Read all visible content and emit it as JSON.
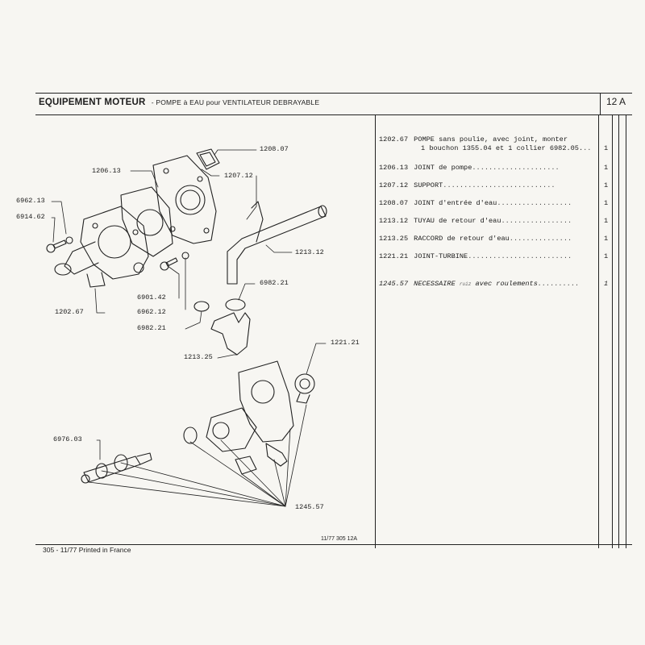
{
  "header": {
    "title_main": "EQUIPEMENT MOTEUR",
    "title_sub": "- POMPE à EAU pour VENTILATEUR DEBRAYABLE",
    "page_number": "12 A"
  },
  "parts_list": [
    {
      "code": "1202.67",
      "line1": "POMPE sans poulie, avec joint, monter",
      "line2": "1 bouchon 1355.04 et 1 collier 6982.05.",
      "qty": "1"
    },
    {
      "code": "1206.13",
      "desc": "JOINT de pompe",
      "qty": "1"
    },
    {
      "code": "1207.12",
      "desc": "SUPPORT",
      "qty": "1"
    },
    {
      "code": "1208.07",
      "desc": "JOINT d'entrée d'eau",
      "qty": "1"
    },
    {
      "code": "1213.12",
      "desc": "TUYAU de retour d'eau",
      "qty": "1"
    },
    {
      "code": "1213.25",
      "desc": "RACCORD de retour d'eau",
      "qty": "1"
    },
    {
      "code": "1221.21",
      "desc": "JOINT-TURBINE",
      "qty": "1"
    },
    {
      "code": "1245.57",
      "desc_a": "NECESSAIRE",
      "stamp": "ruiz",
      "desc_b": "avec roulements",
      "qty": "1"
    }
  ],
  "callouts": {
    "c1208_07": "1208.07",
    "c1206_13": "1206.13",
    "c1207_12": "1207.12",
    "c6962_13": "6962.13",
    "c6914_62": "6914.62",
    "c1213_12": "1213.12",
    "c6982_21a": "6982.21",
    "c6901_42": "6901.42",
    "c6962_12": "6962.12",
    "c1202_67": "1202.67",
    "c6982_21b": "6982.21",
    "c1213_25": "1213.25",
    "c1221_21": "1221.21",
    "c6976_03": "6976.03",
    "c1245_57": "1245.57"
  },
  "footer": {
    "left": "305 - 11/77 Printed in France",
    "right": "11/77  305  12A"
  }
}
